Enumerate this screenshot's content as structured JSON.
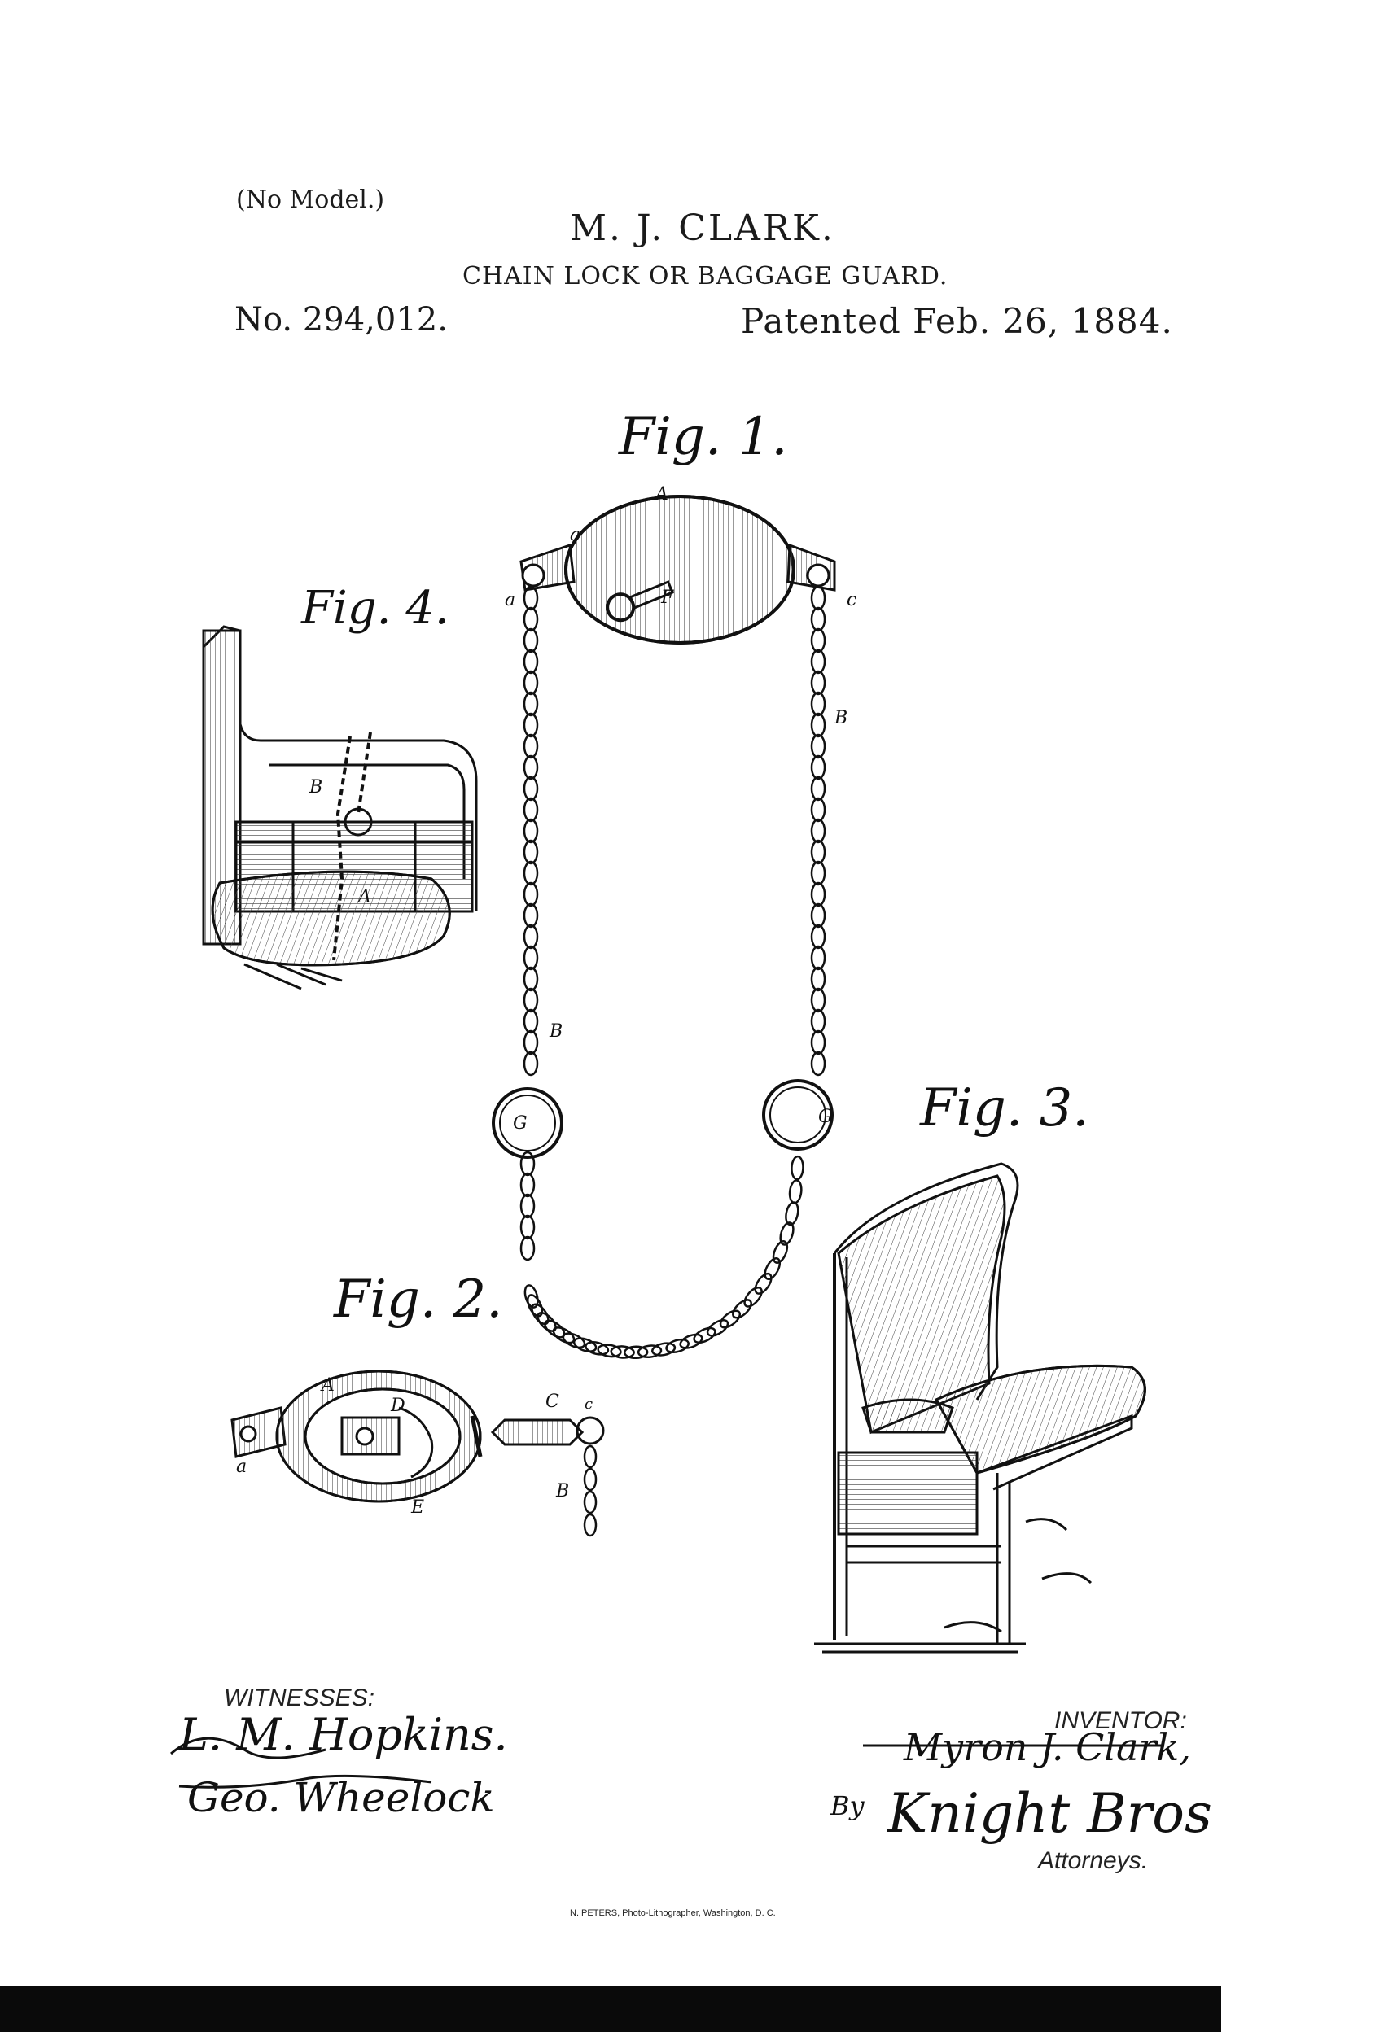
{
  "header": {
    "model_note": "(No Model.)",
    "inventor_name": "M. J. CLARK.",
    "title": "CHAIN LOCK OR BAGGAGE GUARD.",
    "patent_number": "No. 294,012.",
    "patent_date": "Patented Feb. 26, 1884."
  },
  "figures": {
    "fig1": "Fig. 1.",
    "fig2": "Fig. 2.",
    "fig3": "Fig. 3.",
    "fig4": "Fig. 4."
  },
  "reference_letters": {
    "A": "A",
    "a": "a",
    "c": "c",
    "C": "C",
    "B": "B",
    "F": "F",
    "G": "G",
    "D": "D",
    "E": "E"
  },
  "signatures": {
    "witnesses_label": "WITNESSES:",
    "witness_1": "L. M. Hopkins.",
    "witness_2": "Geo. Wheelock",
    "inventor_label": "INVENTOR:",
    "inventor_signature": "Myron J. Clark,",
    "by": "By",
    "attorneys_signature": "Knight Bros",
    "attorneys_label": "Attorneys."
  },
  "footer": {
    "lithographer": "N. PETERS, Photo-Lithographer, Washington, D. C."
  }
}
